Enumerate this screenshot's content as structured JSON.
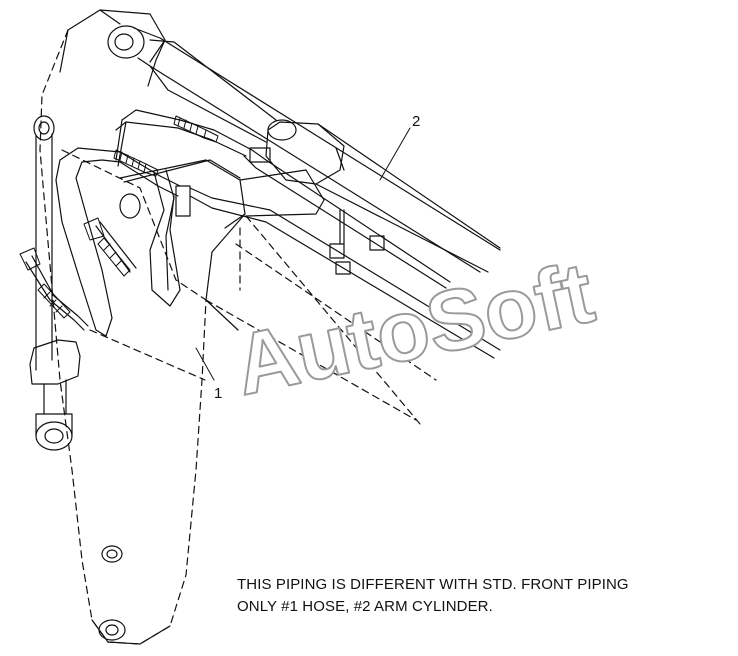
{
  "callouts": [
    {
      "id": "1",
      "text": "1"
    },
    {
      "id": "2",
      "text": "2"
    }
  ],
  "note": {
    "line1": "THIS PIPING IS DIFFERENT WITH STD. FRONT PIPING",
    "line2": "ONLY #1 HOSE, #2 ARM CYLINDER."
  },
  "watermark": {
    "text": "AutoSoft"
  },
  "colors": {
    "line": "#111111",
    "watermark_stroke": "#9a9a9a",
    "watermark_fill": "#ffffff"
  }
}
